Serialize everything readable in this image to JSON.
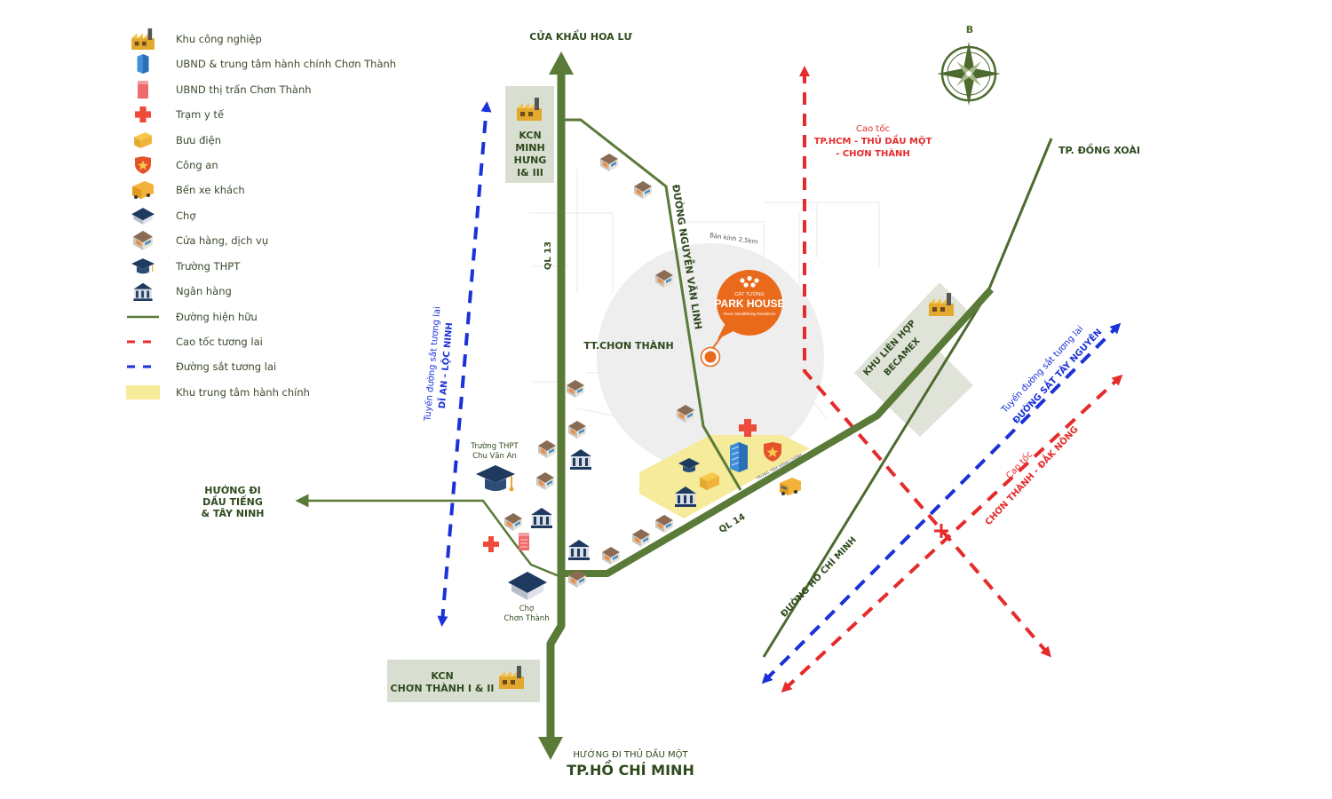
{
  "legend": {
    "items": [
      {
        "label": "Khu công nghiệp",
        "icon": "factory-icon"
      },
      {
        "label": "UBND & trung tâm hành chính Chơn Thành",
        "icon": "office-tower-icon"
      },
      {
        "label": "UBND thị trấn Chơn Thành",
        "icon": "town-hall-icon"
      },
      {
        "label": "Trạm y tế",
        "icon": "medical-cross-icon"
      },
      {
        "label": "Bưu điện",
        "icon": "post-office-icon"
      },
      {
        "label": "Công an",
        "icon": "police-shield-icon"
      },
      {
        "label": "Bến xe khách",
        "icon": "bus-icon"
      },
      {
        "label": "Chợ",
        "icon": "market-icon"
      },
      {
        "label": "Cửa hàng, dịch vụ",
        "icon": "shop-icon"
      },
      {
        "label": "Trường THPT",
        "icon": "graduation-cap-icon"
      },
      {
        "label": "Ngân hàng",
        "icon": "bank-icon"
      },
      {
        "label": "Đường hiện hữu",
        "icon": "existing-road-line-icon"
      },
      {
        "label": "Cao tốc tương lai",
        "icon": "future-expressway-line-icon"
      },
      {
        "label": "Đường sắt tương lai",
        "icon": "future-railway-line-icon"
      },
      {
        "label": "Khu trung tâm hành chính",
        "icon": "admin-area-swatch-icon"
      }
    ]
  },
  "labels": {
    "north_border": "CỬA KHẨU HOA LƯ",
    "compass_north": "B",
    "kcn_minh_hung": [
      "KCN",
      "MINH",
      "HƯNG",
      "I& III"
    ],
    "ql13": "QL 13",
    "nguyen_van_linh": "ĐƯỜNG NGUYỄN VĂN LINH",
    "radius": "Bán kính 2,5km",
    "town": "TT.CHƠN THÀNH",
    "brand_small": "CÁT TƯỜNG",
    "brand_big": "PARK HOUSE",
    "brand_tag": "Green Wealthliving Residence",
    "admin_strip": "TRUNG TÂM HÀNH CHÍNH",
    "ql14": "QL 14",
    "becamex": [
      "KHU LIÊN HỢP",
      "BECAMEX"
    ],
    "dong_xoai": "TP. ĐỒNG XOÀI",
    "expressway_north": [
      "Cao tốc",
      "TP.HCM - THỦ DẦU MỘT",
      "- CHƠN THÀNH"
    ],
    "rail_west": [
      "Tuyến đường sắt tương lai",
      "DĨ AN - LỘC NINH"
    ],
    "rail_east": [
      "Tuyến đường sắt tương lai",
      "ĐƯỜNG SẮT TÂY NGUYÊN"
    ],
    "expressway_east": [
      "Cao tốc",
      "CHƠN THÀNH - ĐẮK NÔNG"
    ],
    "ho_chi_minh_road": "ĐƯỜNG HỒ CHÍ MINH",
    "school": [
      "Trường THPT",
      "Chu Văn An"
    ],
    "market": [
      "Chợ",
      "Chơn Thành"
    ],
    "west_dir": [
      "HƯỚNG ĐI",
      "DẦU TIẾNG",
      "& TÂY NINH"
    ],
    "kcn_chon_thanh": [
      "KCN",
      "CHƠN THÀNH I & II"
    ],
    "south_dir": "HƯỚNG ĐI THỦ DẦU MỘT",
    "south_city": "TP.HỒ CHÍ MINH"
  },
  "colors": {
    "road": "#5a7a38",
    "road_dark": "#4d6b2e",
    "expressway": "#e52b2b",
    "railway": "#1a32d8",
    "admin_area": "#f5eb9a",
    "kcn_box": "#d9dfd0",
    "brand": "#ea6a1c",
    "label_green": "#2f4a1e"
  }
}
